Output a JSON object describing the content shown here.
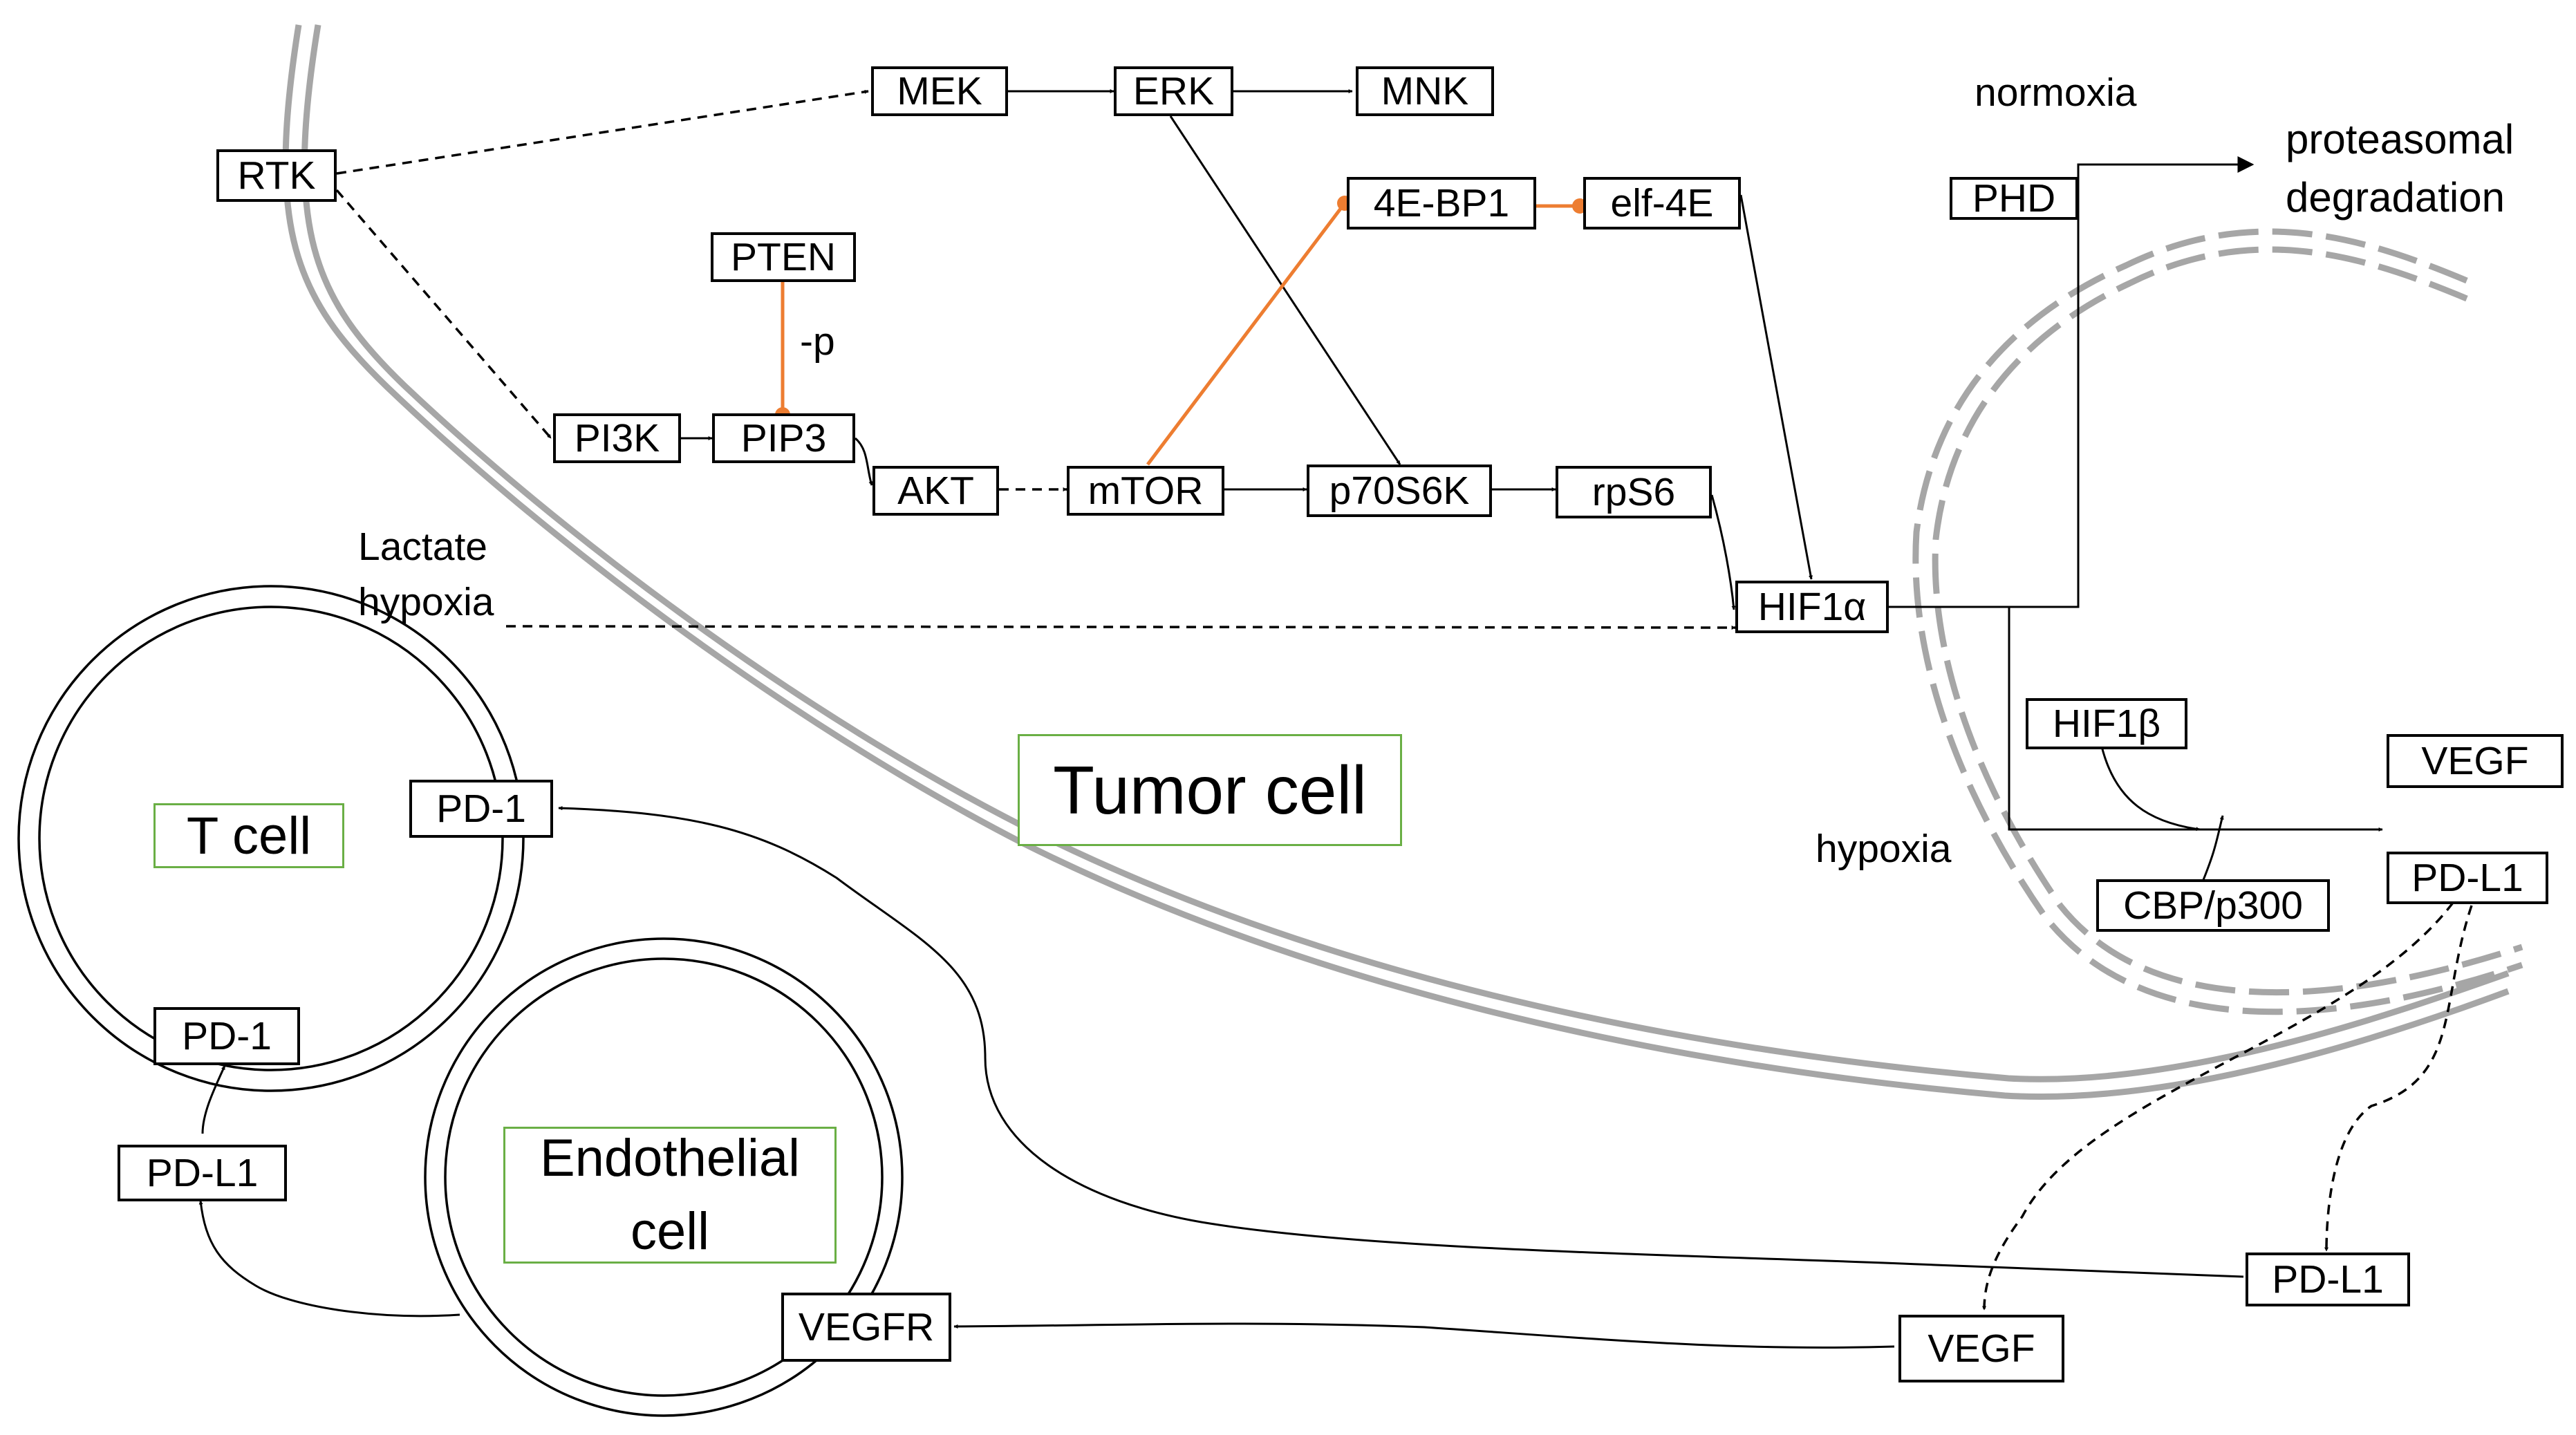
{
  "diagram": {
    "nodes": {
      "rtk": "RTK",
      "mek": "MEK",
      "erk": "ERK",
      "mnk": "MNK",
      "pten": "PTEN",
      "pi3k": "PI3K",
      "pip3": "PIP3",
      "akt": "AKT",
      "mtor": "mTOR",
      "p70s6k": "p70S6K",
      "rps6": "rpS6",
      "4ebp1": "4E-BP1",
      "elf4e": "elf-4E",
      "hif1a": "HIF1α",
      "phd": "PHD",
      "hif1b": "HIF1β",
      "cbp": "CBP/p300",
      "vegf_inner": "VEGF",
      "pdl1_inner": "PD-L1",
      "pd1_top": "PD-1",
      "pd1_bottom": "PD-1",
      "pdl1_left": "PD-L1",
      "vegfr": "VEGFR",
      "pdl1_right": "PD-L1",
      "vegf_outer": "VEGF"
    },
    "labels": {
      "minus_p": "-p",
      "lactate_hypoxia": "Lactate\nhypoxia",
      "normoxia": "normoxia",
      "proteasomal": "proteasomal\ndegradation",
      "hypoxia": "hypoxia"
    },
    "cells": {
      "tumor": "Tumor cell",
      "tcell": "T cell",
      "endothelial": "Endothelial\ncell"
    },
    "colors": {
      "line": "#000000",
      "inhibition": "#ed7d31",
      "membrane": "#a6a6a6",
      "cell_label_border": "#6aaf45"
    }
  }
}
